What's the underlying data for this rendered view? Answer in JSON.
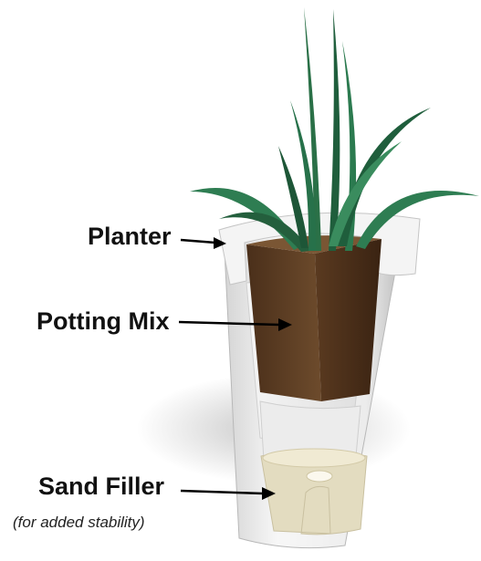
{
  "labels": {
    "planter": "Planter",
    "potting_mix": "Potting Mix",
    "sand_filler": "Sand Filler",
    "sand_filler_note": "(for added stability)"
  },
  "colors": {
    "leaf_dark": "#1f5e3c",
    "leaf_light": "#3f9a66",
    "soil_dark": "#3b2414",
    "soil_light": "#6a4a2e",
    "planter_white": "#f2f2f2",
    "planter_shadow": "#c9c9c9",
    "sand": "#e6e0c6",
    "text": "#111111"
  }
}
